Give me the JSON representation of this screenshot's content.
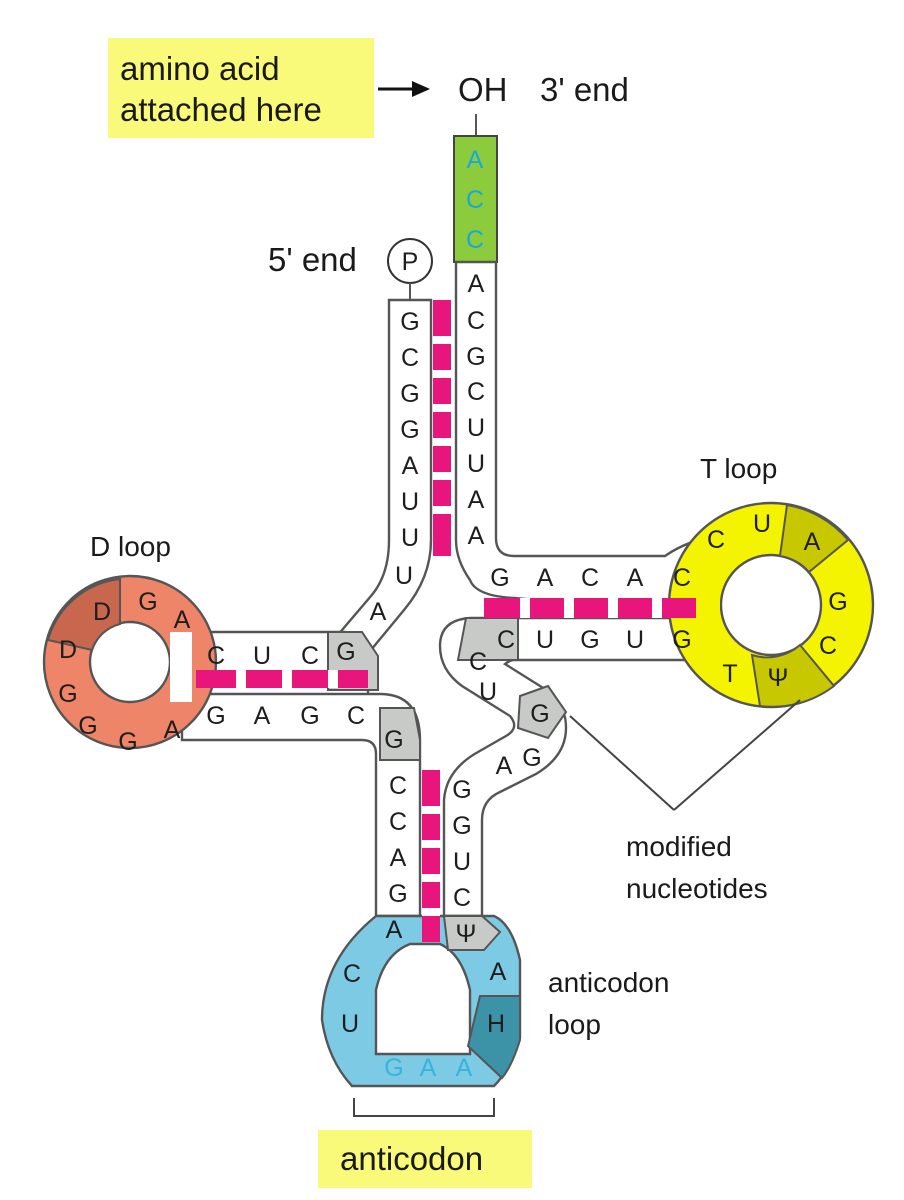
{
  "labels": {
    "amino_acid_line1": "amino acid",
    "amino_acid_line2": "attached here",
    "oh": "OH",
    "three_prime": "3' end",
    "five_prime": "5' end",
    "phosphate": "P",
    "t_loop": "T loop",
    "d_loop": "D loop",
    "modified_line1": "modified",
    "modified_line2": "nucleotides",
    "anticodon_loop_line1": "anticodon",
    "anticodon_loop_line2": "loop",
    "anticodon": "anticodon"
  },
  "acceptor_tail": [
    "A",
    "C",
    "C"
  ],
  "acceptor_3_strand": [
    "A",
    "C",
    "G",
    "C",
    "U",
    "U",
    "A",
    "A"
  ],
  "acceptor_5_strand": [
    "G",
    "C",
    "G",
    "G",
    "A",
    "U",
    "U",
    "U"
  ],
  "acceptor_5_after": [
    "A"
  ],
  "t_arm_top": [
    "G",
    "A",
    "C",
    "A",
    "C"
  ],
  "t_arm_bottom": [
    "C",
    "U",
    "G",
    "U",
    "G"
  ],
  "t_loop": [
    "C",
    "U",
    "A",
    "G",
    "C",
    "Ψ",
    "T"
  ],
  "d_arm_top": [
    "C",
    "U",
    "C",
    "G"
  ],
  "d_arm_bottom": [
    "G",
    "A",
    "G",
    "C"
  ],
  "d_loop": [
    "A",
    "G",
    "D",
    "D",
    "G",
    "G",
    "G",
    "A"
  ],
  "variable_loop": [
    "C",
    "U",
    "G",
    "A",
    "G"
  ],
  "anticodon_left_stem": [
    "G",
    "C",
    "C",
    "A",
    "G",
    "A"
  ],
  "anticodon_right_stem": [
    "G",
    "G",
    "U",
    "C",
    "Ψ"
  ],
  "anticodon_loop": [
    "C",
    "U",
    "A",
    "H"
  ],
  "anticodon_bases": [
    "G",
    "A",
    "A"
  ],
  "colors": {
    "callout_yellow": "#fafa7a",
    "acceptor_green": "#8ccc3c",
    "t_loop_yellow": "#f4f400",
    "t_loop_dark": "#c8c800",
    "d_loop_salmon": "#ee8468",
    "d_loop_dark": "#c8664e",
    "anticodon_blue": "#7ccae4",
    "anticodon_dark": "#3c93a8",
    "modified_gray": "#c8cac8",
    "pair_magenta": "#e8157c"
  }
}
